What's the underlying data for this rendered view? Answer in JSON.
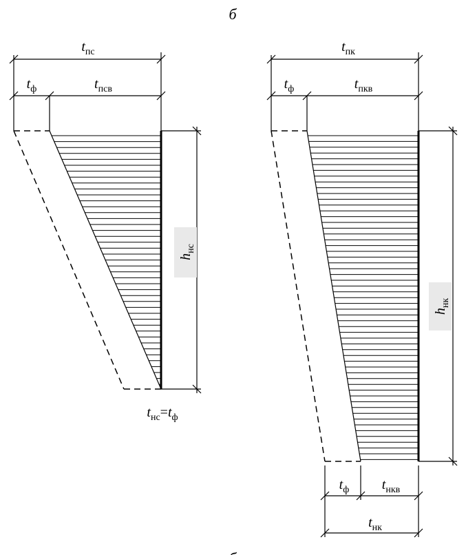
{
  "caption_top": "б",
  "caption_bottom": "б",
  "left_diagram": {
    "t_pc": {
      "var": "t",
      "sub": "пс"
    },
    "t_f": {
      "var": "t",
      "sub": "ф"
    },
    "t_pcv": {
      "var": "t",
      "sub": "псв"
    },
    "h_nc": {
      "var": "h",
      "sub": "нс"
    },
    "t_nc_eq": {
      "var": "t",
      "sub": "нс",
      "eq": "=",
      "var2": "t",
      "sub2": "ф"
    }
  },
  "right_diagram": {
    "t_pk": {
      "var": "t",
      "sub": "пк"
    },
    "t_f": {
      "var": "t",
      "sub": "ф"
    },
    "t_pkv": {
      "var": "t",
      "sub": "пкв"
    },
    "h_nk": {
      "var": "h",
      "sub": "нк"
    },
    "t_f_bottom": {
      "var": "t",
      "sub": "ф"
    },
    "t_nkv": {
      "var": "t",
      "sub": "нкв"
    },
    "t_nk": {
      "var": "t",
      "sub": "нк"
    }
  }
}
